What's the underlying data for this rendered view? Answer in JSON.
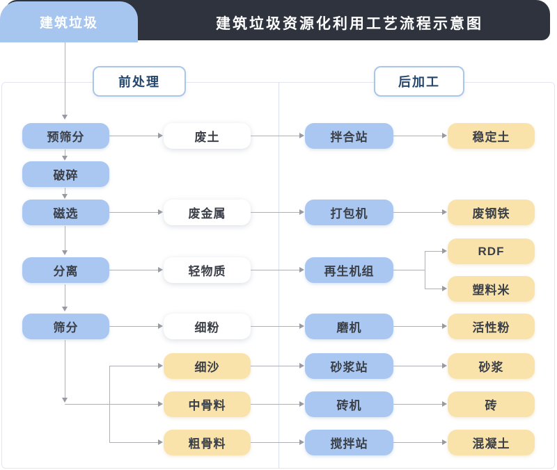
{
  "header": {
    "tab_label": "建筑垃圾",
    "title": "建筑垃圾资源化利用工艺流程示意图"
  },
  "sections": {
    "pre_processing": "前处理",
    "post_processing": "后加工"
  },
  "nodes": {
    "pre_screen": "预筛分",
    "crush": "破碎",
    "magnetic": "磁选",
    "separate": "分离",
    "screen": "筛分",
    "waste_soil": "废土",
    "waste_metal": "废金属",
    "light_material": "轻物质",
    "fine_powder": "细粉",
    "fine_sand": "细沙",
    "medium_aggregate": "中骨料",
    "coarse_aggregate": "粗骨料",
    "mixing_plant": "拌合站",
    "baler": "打包机",
    "regen_unit": "再生机组",
    "mill": "磨机",
    "mortar_plant": "砂浆站",
    "brick_machine": "砖机",
    "stir_plant": "搅拌站",
    "stabilized_soil": "稳定土",
    "waste_steel": "废钢铁",
    "rdf": "RDF",
    "plastic_pellets": "塑料米",
    "active_powder": "活性粉",
    "mortar": "砂浆",
    "brick": "砖",
    "concrete": "混凝土"
  },
  "colors": {
    "tab_bg": "#a6c5ef",
    "header_bg": "#2e333d",
    "node_blue": "#a9c7f0",
    "node_yellow": "#f9e3ab",
    "node_white": "#ffffff",
    "section_border": "#a9c6ea",
    "section_text": "#24466e",
    "connector": "#aeb0b6"
  }
}
